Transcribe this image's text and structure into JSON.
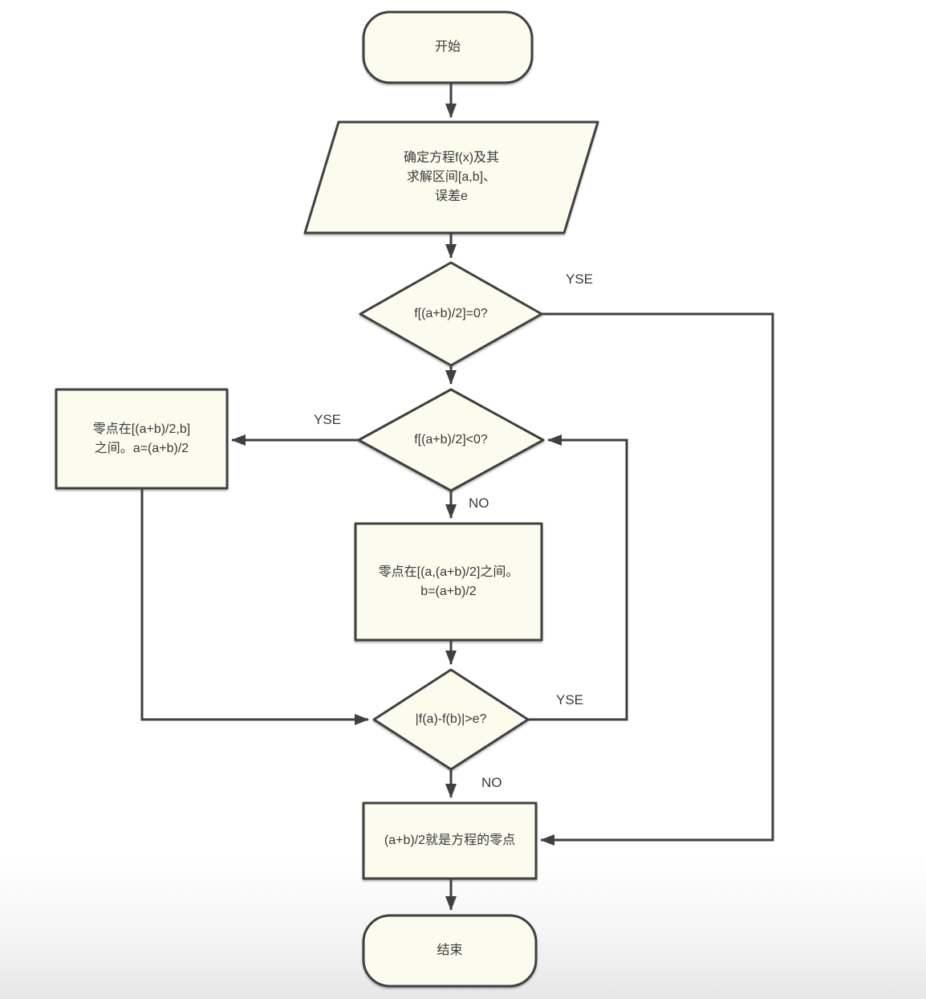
{
  "colors": {
    "node_fill": "#fbfbee",
    "stroke": "#404040",
    "text": "#3a3a3a"
  },
  "nodes": {
    "start": {
      "label": "开始"
    },
    "input": {
      "label": "确定方程f(x)及其\n求解区间[a,b]、\n误差e"
    },
    "decision_mid_zero": {
      "label": "f[(a+b)/2]=0?"
    },
    "box_left": {
      "label": "零点在[(a+b)/2,b]\n之间。a=(a+b)/2"
    },
    "decision_mid_neg": {
      "label": "f[(a+b)/2]<0?"
    },
    "box_mid": {
      "label": "零点在[(a,(a+b)/2]之间。\nb=(a+b)/2"
    },
    "decision_err": {
      "label": "|f(a)-f(b)|>e?"
    },
    "box_result": {
      "label": "(a+b)/2就是方程的零点"
    },
    "end": {
      "label": "结束"
    }
  },
  "edge_labels": {
    "yse_top": "YSE",
    "yse_left": "YSE",
    "no_mid": "NO",
    "yse_loop": "YSE",
    "no_bottom": "NO"
  }
}
